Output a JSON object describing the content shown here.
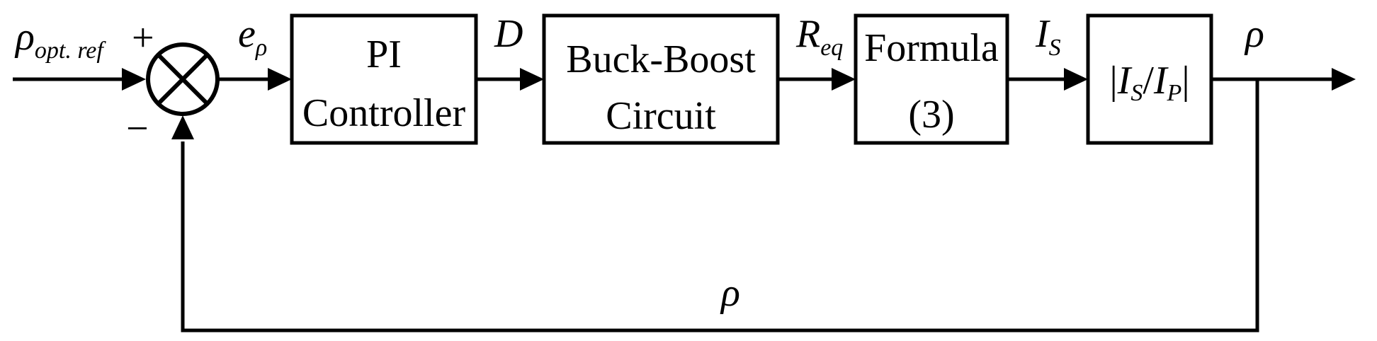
{
  "diagram": {
    "input": {
      "symbol": "ρ",
      "subscript": "opt. ref"
    },
    "signs": {
      "plus": "+",
      "minus": "−"
    },
    "error": {
      "symbol": "e",
      "subscript": "ρ"
    },
    "blocks": {
      "pi": {
        "line1": "PI",
        "line2": "Controller"
      },
      "buck": {
        "line1": "Buck-Boost",
        "line2": "Circuit"
      },
      "formula": {
        "line1": "Formula",
        "line2": "(3)"
      },
      "ratio": {
        "bar_left": "|",
        "num": "I",
        "num_sub": "S",
        "slash": "/",
        "den": "I",
        "den_sub": "P",
        "bar_right": "|"
      }
    },
    "signals": {
      "d": "D",
      "req": {
        "symbol": "R",
        "subscript": "eq"
      },
      "is": {
        "symbol": "I",
        "subscript": "S"
      },
      "output": "ρ",
      "feedback": "ρ"
    }
  }
}
